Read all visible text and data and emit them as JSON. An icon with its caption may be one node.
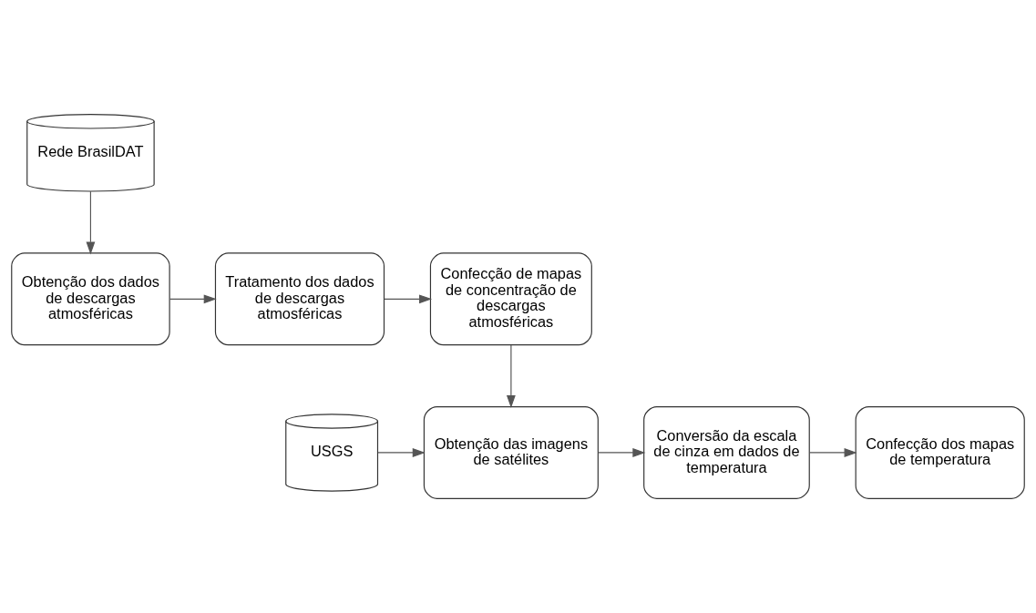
{
  "diagram": {
    "nodes": [
      {
        "text": [
          "Rede BrasilDAT"
        ]
      },
      {
        "text": [
          "Obtenção dos dados de descargas atmosféricas"
        ]
      },
      {
        "text": [
          "Tratamento dos dados de descargas atmosféricas"
        ]
      },
      {
        "text": [
          "Confecção de mapas de concentração de descargas atmosféricas"
        ]
      },
      {
        "text": [
          "Confecção dos mapas de temperatura"
        ]
      },
      {
        "text": [
          "Conversão da escala de cinza em dados de temperatura"
        ]
      },
      {
        "text": [
          "Obtenção das imagens de satélites"
        ]
      },
      {
        "text": [
          "USGS"
        ]
      }
    ],
    "edges": [
      {
        "from": 0,
        "to": 1,
        "arrow": "to"
      },
      {
        "from": 1,
        "to": 2,
        "arrow": "to"
      },
      {
        "from": 2,
        "to": 3,
        "arrow": "to"
      },
      {
        "from": 3,
        "to": 6,
        "arrow": "to"
      },
      {
        "from": 7,
        "to": 6,
        "arrow": "to"
      },
      {
        "from": 6,
        "to": 5,
        "arrow": "to"
      },
      {
        "from": 5,
        "to": 4,
        "arrow": "to"
      }
    ]
  }
}
